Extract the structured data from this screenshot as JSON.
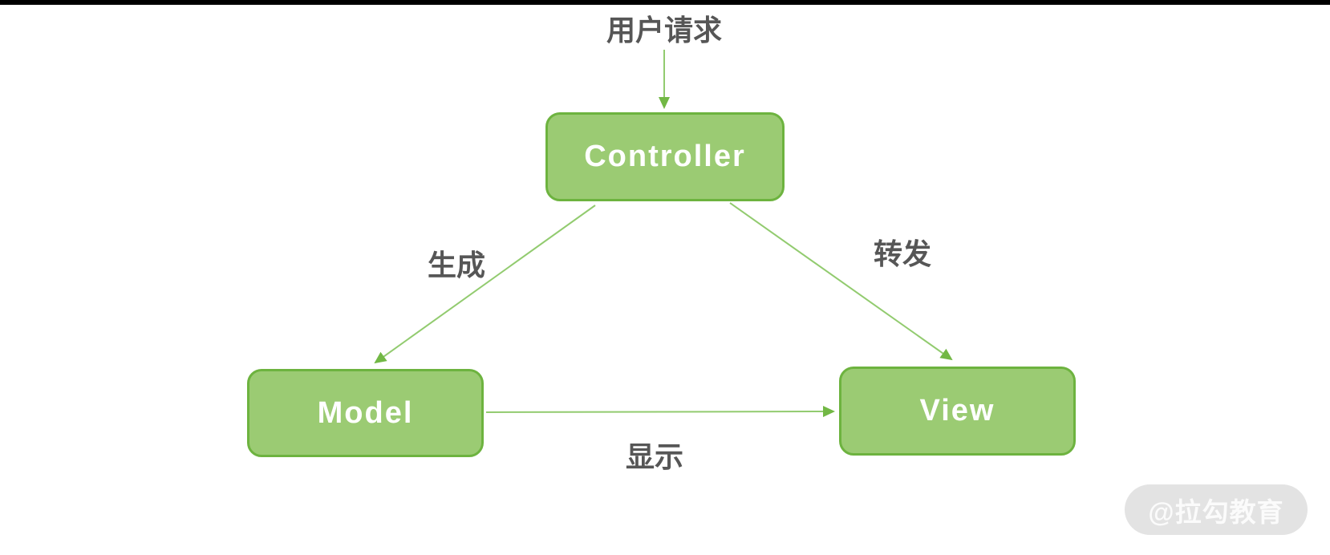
{
  "diagram": {
    "user_request_label": "用户请求",
    "nodes": {
      "controller": {
        "label": "Controller"
      },
      "model": {
        "label": "Model"
      },
      "view": {
        "label": "View"
      }
    },
    "edge_labels": {
      "generate": "生成",
      "forward": "转发",
      "display": "显示"
    },
    "edges": [
      {
        "from": "user-request",
        "to": "controller",
        "label": ""
      },
      {
        "from": "controller",
        "to": "model",
        "label": "生成"
      },
      {
        "from": "controller",
        "to": "view",
        "label": "转发"
      },
      {
        "from": "model",
        "to": "view",
        "label": "显示"
      }
    ]
  },
  "watermark": {
    "text": "@拉勾教育"
  },
  "colors": {
    "node_fill": "#9BCB73",
    "node_border": "#6DB33F",
    "edge_line": "#92CB6F",
    "edge_arrow": "#72B845",
    "label_text": "#565656",
    "node_text": "#FFFFFF",
    "watermark_bg": "#E3E3E3",
    "watermark_text": "#FBFBFB",
    "top_bar": "#000000",
    "canvas_bg": "#FFFFFF"
  }
}
